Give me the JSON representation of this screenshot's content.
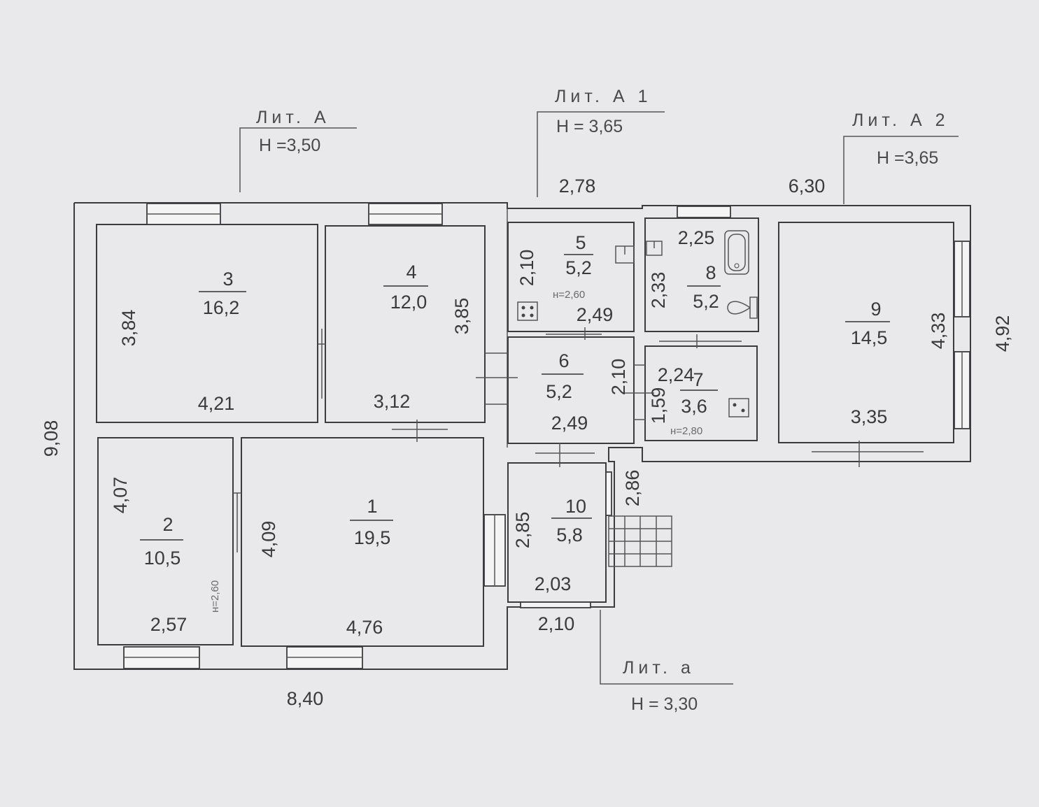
{
  "sections": [
    {
      "id": "lit-a",
      "label": "Лит. А",
      "height": "Н =3,50"
    },
    {
      "id": "lit-a1",
      "label": "Лит. А 1",
      "height": "Н = 3,65"
    },
    {
      "id": "lit-a2",
      "label": "Лит. А 2",
      "height": "Н =3,65"
    },
    {
      "id": "lit-a-small",
      "label": "Лит. а",
      "height": "Н = 3,30"
    }
  ],
  "rooms": [
    {
      "number": "1",
      "area": "19,5"
    },
    {
      "number": "2",
      "area": "10,5"
    },
    {
      "number": "3",
      "area": "16,2"
    },
    {
      "number": "4",
      "area": "12,0"
    },
    {
      "number": "5",
      "area": "5,2"
    },
    {
      "number": "6",
      "area": "5,2"
    },
    {
      "number": "7",
      "area": "3,6"
    },
    {
      "number": "8",
      "area": "5,2"
    },
    {
      "number": "9",
      "area": "14,5"
    },
    {
      "number": "10",
      "area": "5,8"
    }
  ],
  "ceiling_notes": {
    "room2": "н=2,60",
    "room5": "н=2,60",
    "room7": "н=2,80"
  },
  "dimensions": {
    "overall_width": "8,40",
    "overall_height": "9,08",
    "a1_top": "2,78",
    "a2_top": "6,30",
    "a2_side": "4,92",
    "room3_h": "3,84",
    "room3_w": "4,21",
    "room4_h": "3,85",
    "room4_w": "3,12",
    "room2_h": "4,07",
    "room2_w": "2,57",
    "room1_h": "4,09",
    "room1_w": "4,76",
    "room5_h": "2,10",
    "room5_w": "2,49",
    "room6_h": "2,10",
    "room6_w": "2,49",
    "room8_h": "2,33",
    "room8_w": "2,25",
    "room7_h": "1,59",
    "room7_w": "2,24",
    "room9_h": "4,33",
    "room9_w": "3,35",
    "room10_h": "2,85",
    "room10_w": "2,03",
    "porch_h": "2,86",
    "porch_w": "2,10"
  }
}
